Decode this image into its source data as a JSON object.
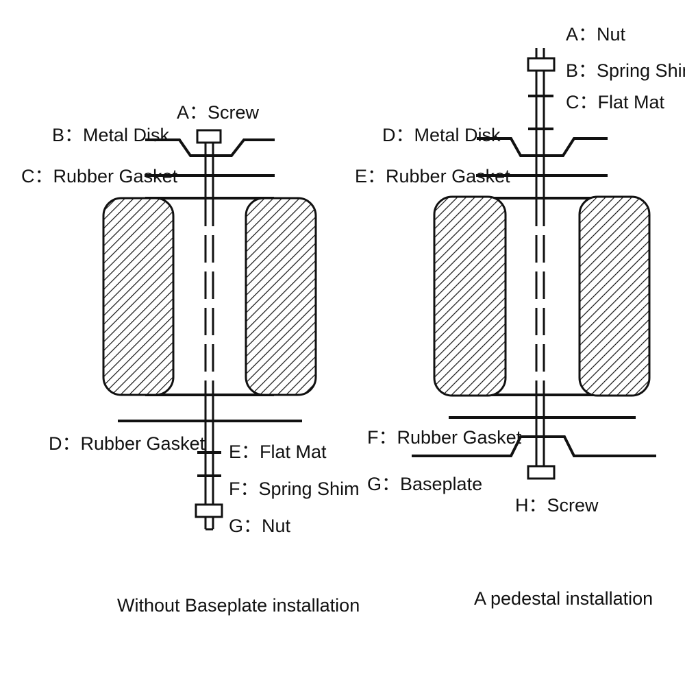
{
  "left_diagram": {
    "labels": {
      "a": "A：Screw",
      "b": "B：Metal Disk",
      "c": "C：Rubber Gasket",
      "d": "D：Rubber Gasket",
      "e": "E：Flat Mat",
      "f": "F：Spring Shim",
      "g": "G：Nut"
    },
    "caption": "Without Baseplate installation"
  },
  "right_diagram": {
    "labels": {
      "a": "A：Nut",
      "b": "B：Spring Shim",
      "c": "C：Flat Mat",
      "d": "D：Metal Disk",
      "e": "E：Rubber Gasket",
      "f": "F：Rubber Gasket",
      "g": "G：Baseplate",
      "h": "H：Screw"
    },
    "caption": "A pedestal installation"
  }
}
